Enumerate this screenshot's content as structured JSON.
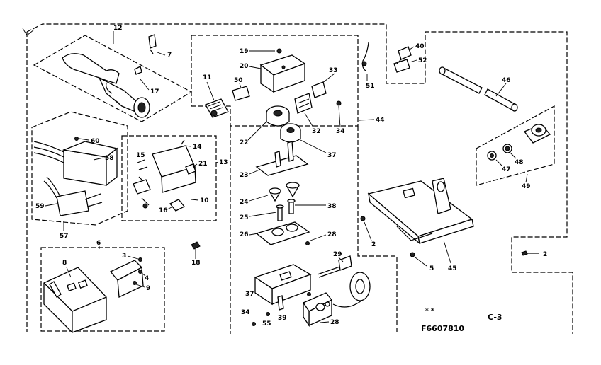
{
  "diagram": {
    "drawing_number": "F6607810",
    "page_code": "C-3",
    "small_mark": "* *",
    "labels": {
      "p12": "12",
      "p7": "7",
      "p17": "17",
      "p60": "60",
      "p58": "58",
      "p59": "59",
      "p57": "57",
      "p14": "14",
      "p15": "15",
      "p21": "21",
      "p13": "13",
      "p16": "16",
      "p10": "10",
      "p6": "6",
      "p3": "3",
      "p4": "4",
      "p8": "8",
      "p9": "9",
      "p19": "19",
      "p20": "20",
      "p11": "11",
      "p50": "50",
      "p33": "33",
      "p34": "34",
      "p32": "32",
      "p22": "22",
      "p37": "37",
      "p23": "23",
      "p24": "24",
      "p38": "38",
      "p25": "25",
      "p26": "26",
      "p28": "28",
      "p29": "29",
      "p18": "18",
      "p37b": "37",
      "p34b": "34",
      "p55": "55",
      "p39": "39",
      "p28b": "28",
      "p51": "51",
      "p44": "44",
      "p40": "40",
      "p52": "52",
      "p46": "46",
      "p47": "47",
      "p48": "48",
      "p49": "49",
      "p2": "2",
      "p5": "5",
      "p45": "45",
      "p2b": "2"
    }
  }
}
